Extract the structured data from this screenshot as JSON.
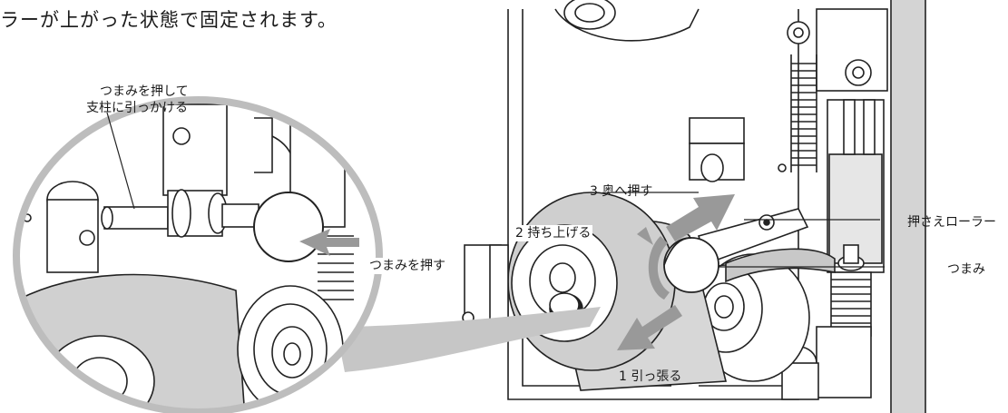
{
  "heading": "ラーが上がった状態で固定されます。",
  "callouts": {
    "hook_line1": "つまみを押して",
    "hook_line2": "支柱に引っかける",
    "push_knob": "つまみを押す",
    "step3": "3 奥へ押す",
    "step2": "2 持ち上げる",
    "step1": "1 引っ張る",
    "pressure_roller": "押さえローラー",
    "knob": "つまみ"
  }
}
